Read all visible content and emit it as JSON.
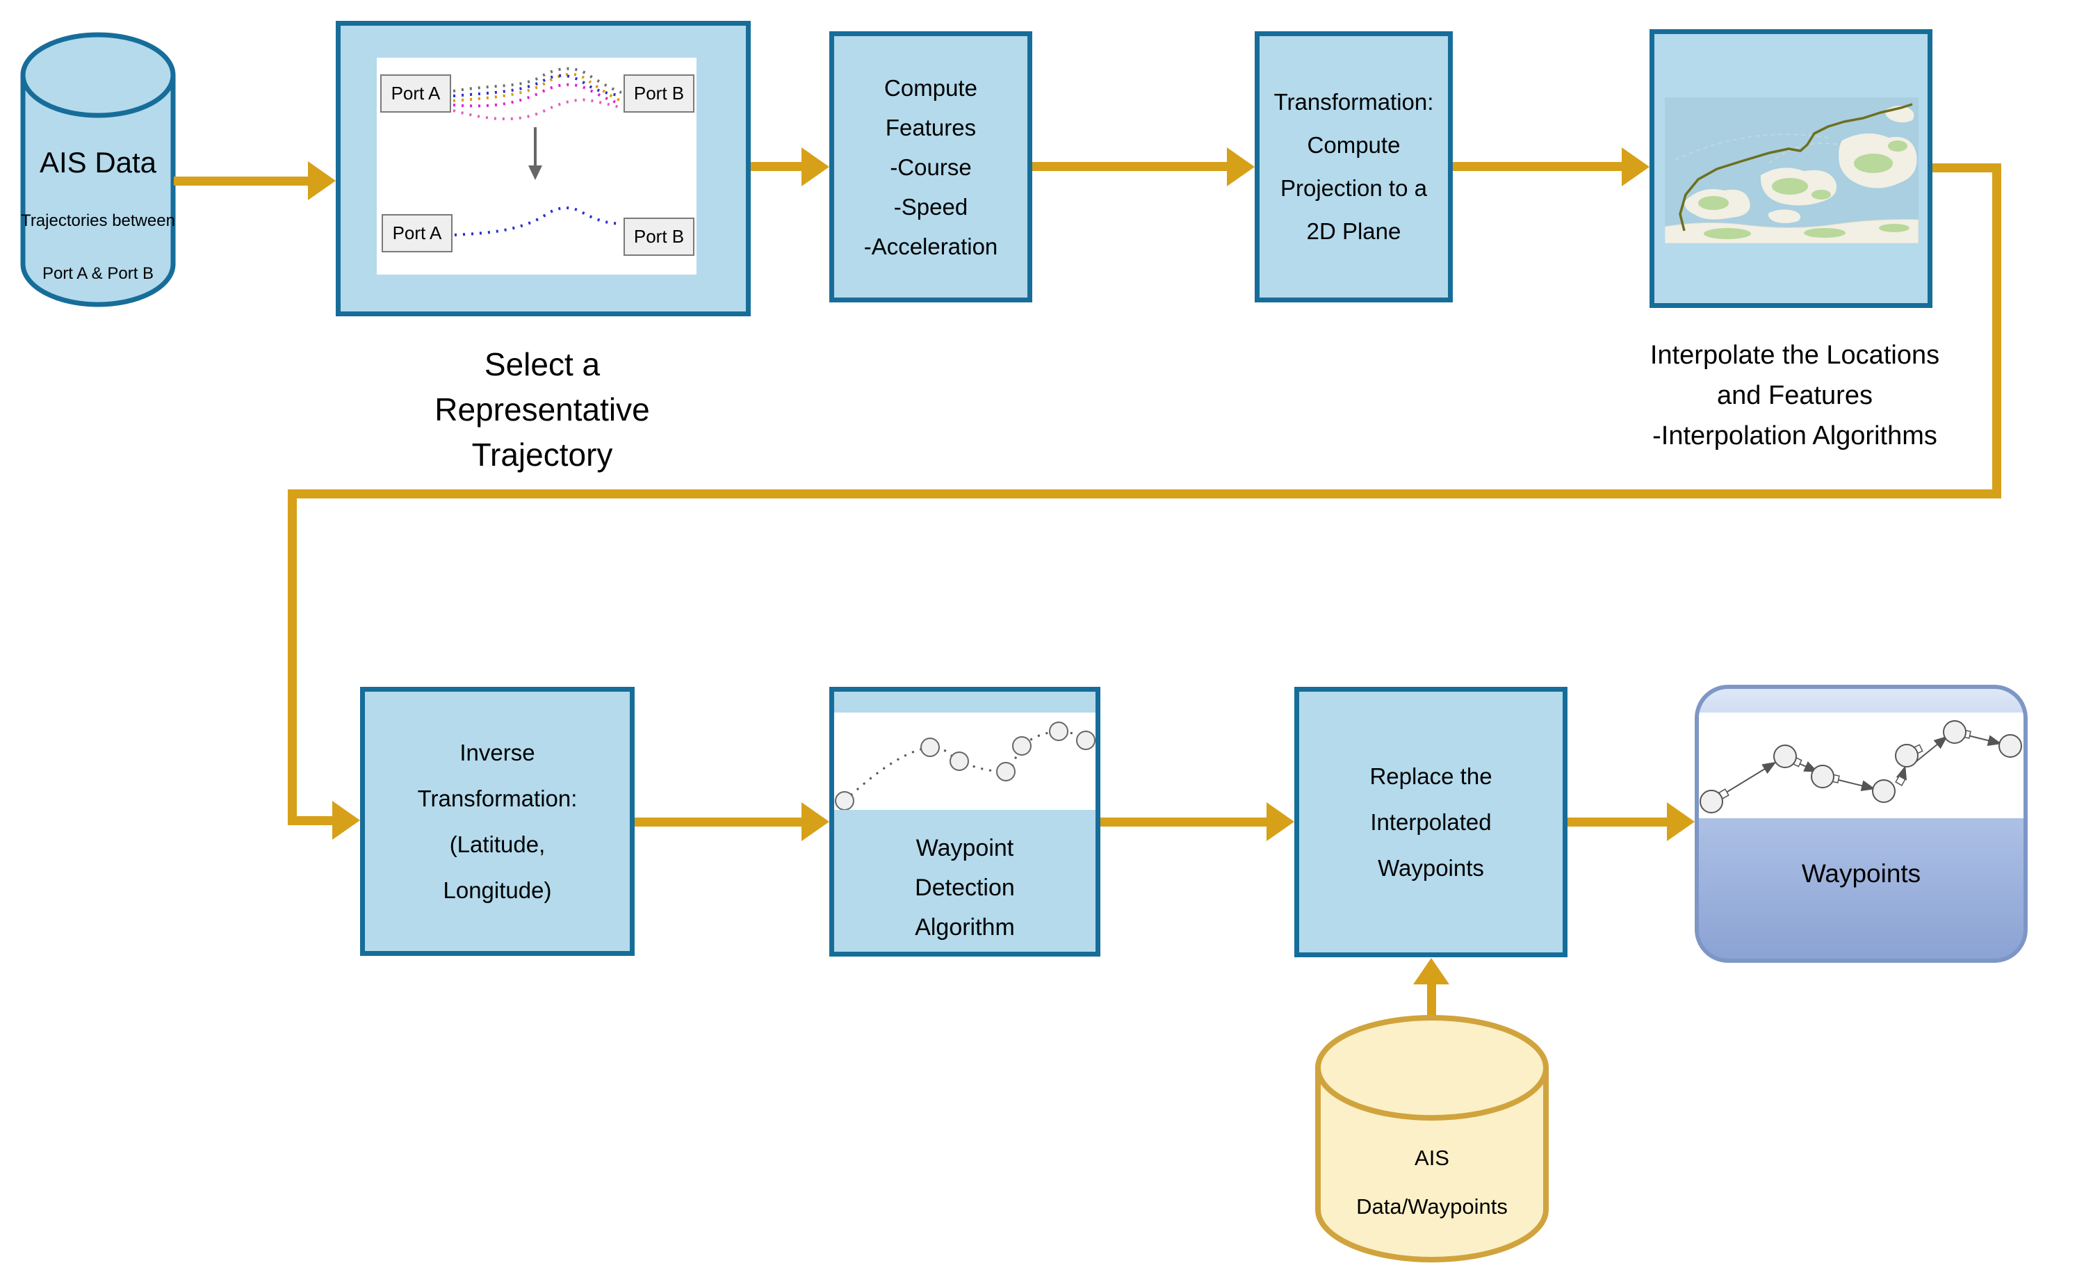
{
  "palette": {
    "box_fill": "#B4DAEC",
    "box_border": "#176D99",
    "arrow_orange": "#D7A019",
    "db_yellow_fill": "#FBF0C8",
    "db_yellow_border": "#D0A33C",
    "waypoints_box_border": "#7E96C6",
    "waypoints_grad_top": "#DEE8F7",
    "waypoints_grad_bottom": "#8BA3D4",
    "map_sea": "#A9CFE0",
    "map_land": "#F2EFE4",
    "map_green": "#B9D89B",
    "map_route": "#6E6E1E",
    "trajectory_colors": [
      "#6F6F6F",
      "#D89C00",
      "#2D2DD0",
      "#DC1FDC",
      "#E060C0"
    ]
  },
  "nodes": {
    "ais_db": {
      "title": "AIS Data",
      "subtitle1": "Trajectories between",
      "subtitle2": "Port A & Port B"
    },
    "select_trajectory": {
      "port_a": "Port A",
      "port_b": "Port B",
      "caption": [
        "Select a",
        "Representative",
        "Trajectory"
      ]
    },
    "compute_features": {
      "lines": [
        "Compute",
        "Features",
        "-Course",
        "-Speed",
        "-Acceleration"
      ]
    },
    "transformation": {
      "lines": [
        "Transformation:",
        "Compute",
        "Projection to a",
        "2D Plane"
      ]
    },
    "interpolate_caption": {
      "lines": [
        "Interpolate the Locations",
        "and Features",
        "-Interpolation Algorithms"
      ]
    },
    "inverse_transformation": {
      "lines": [
        "Inverse",
        "Transformation:",
        "(Latitude,",
        "Longitude)"
      ]
    },
    "waypoint_detection": {
      "lines": [
        "Waypoint",
        "Detection",
        "Algorithm"
      ]
    },
    "replace_waypoints": {
      "lines": [
        "Replace the",
        "Interpolated",
        "Waypoints"
      ]
    },
    "waypoints_output": {
      "label": "Waypoints"
    },
    "ais_waypoints_db": {
      "line1": "AIS",
      "line2": "Data/Waypoints"
    }
  }
}
